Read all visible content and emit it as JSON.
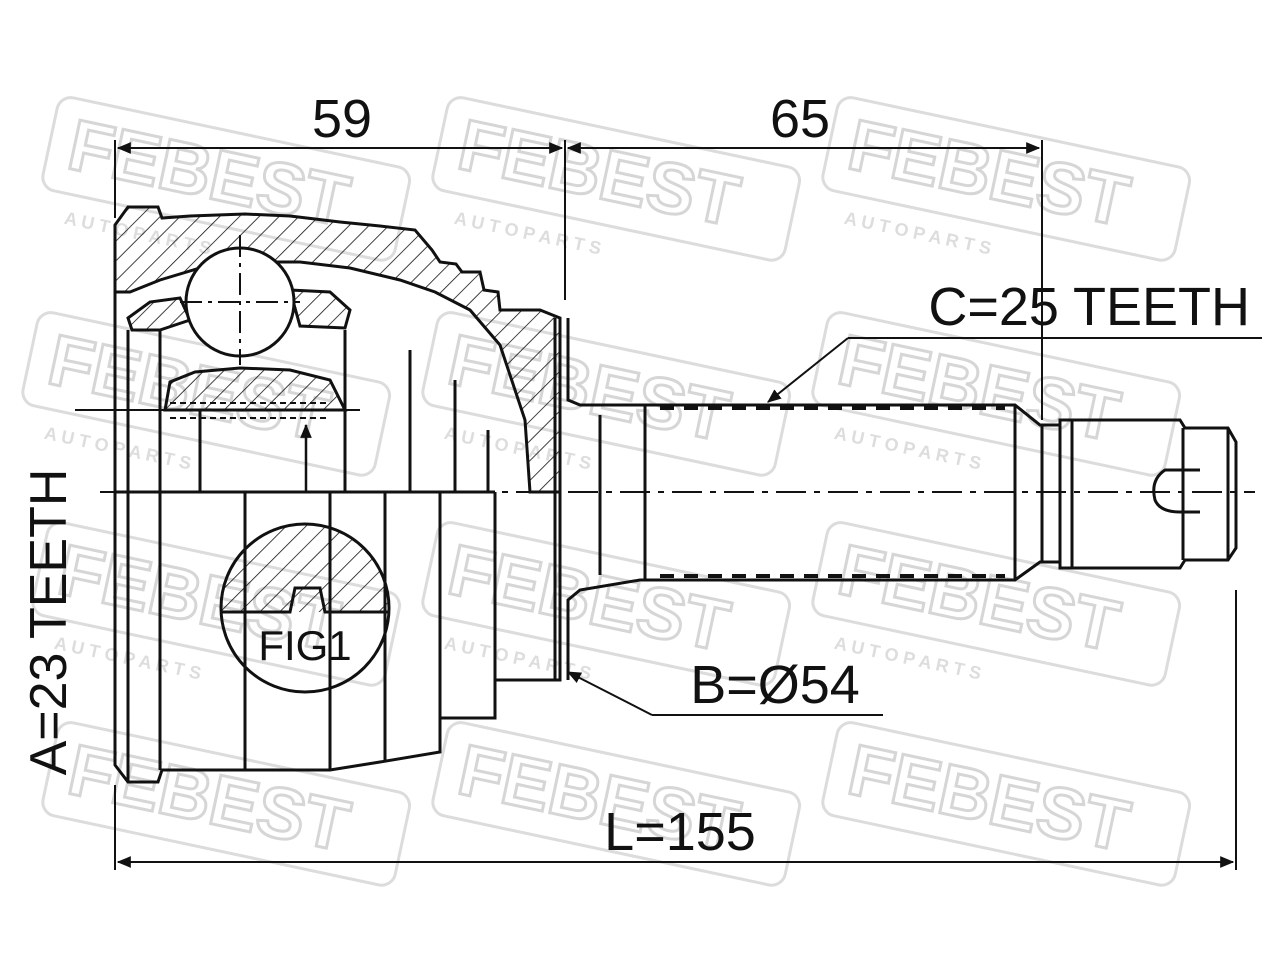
{
  "watermark": {
    "brand": "FEBEST",
    "tagline": "A U T O   P A R T S",
    "color": "#d9d9d9"
  },
  "dimensions": {
    "left_length": "59",
    "right_length": "65",
    "total_length": "L=155",
    "outer_diameter": "B=Ø54",
    "outer_teeth": "C=25 TEETH",
    "inner_teeth": "A=23 TEETH"
  },
  "detail": {
    "label": "FIG1"
  },
  "colors": {
    "line": "#111111",
    "background": "#ffffff"
  }
}
